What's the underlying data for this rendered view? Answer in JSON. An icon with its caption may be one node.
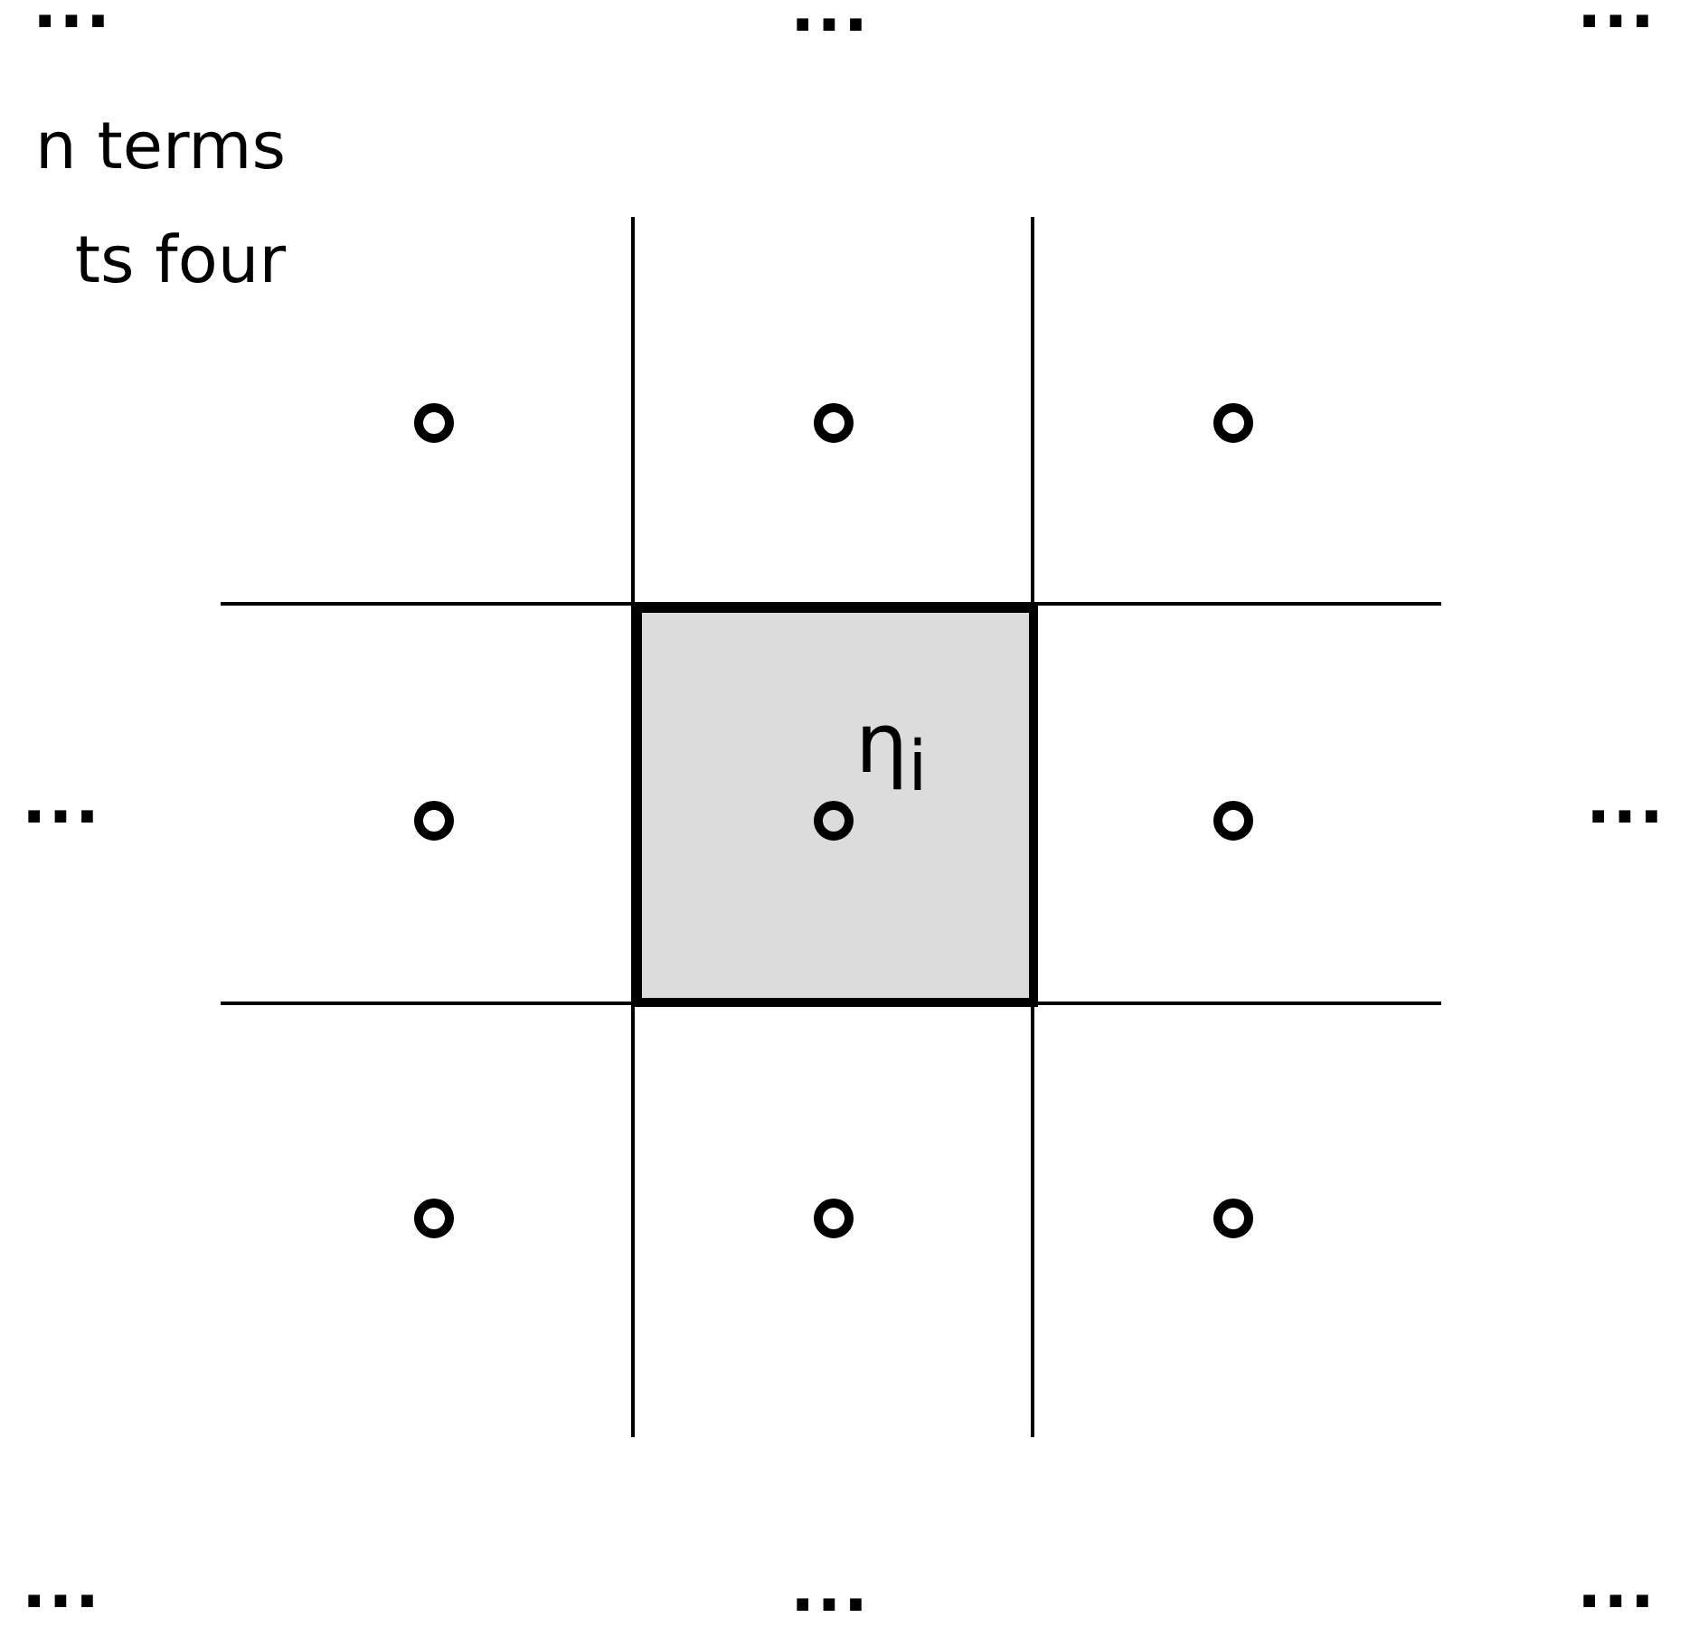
{
  "diagram": {
    "nodes": [
      {
        "text": [
          "η$_{i}$"
        ]
      }
    ],
    "labels": [
      "...",
      "...",
      "...",
      "n terms",
      "ts four",
      "...",
      "...",
      "...",
      "...",
      "..."
    ]
  }
}
